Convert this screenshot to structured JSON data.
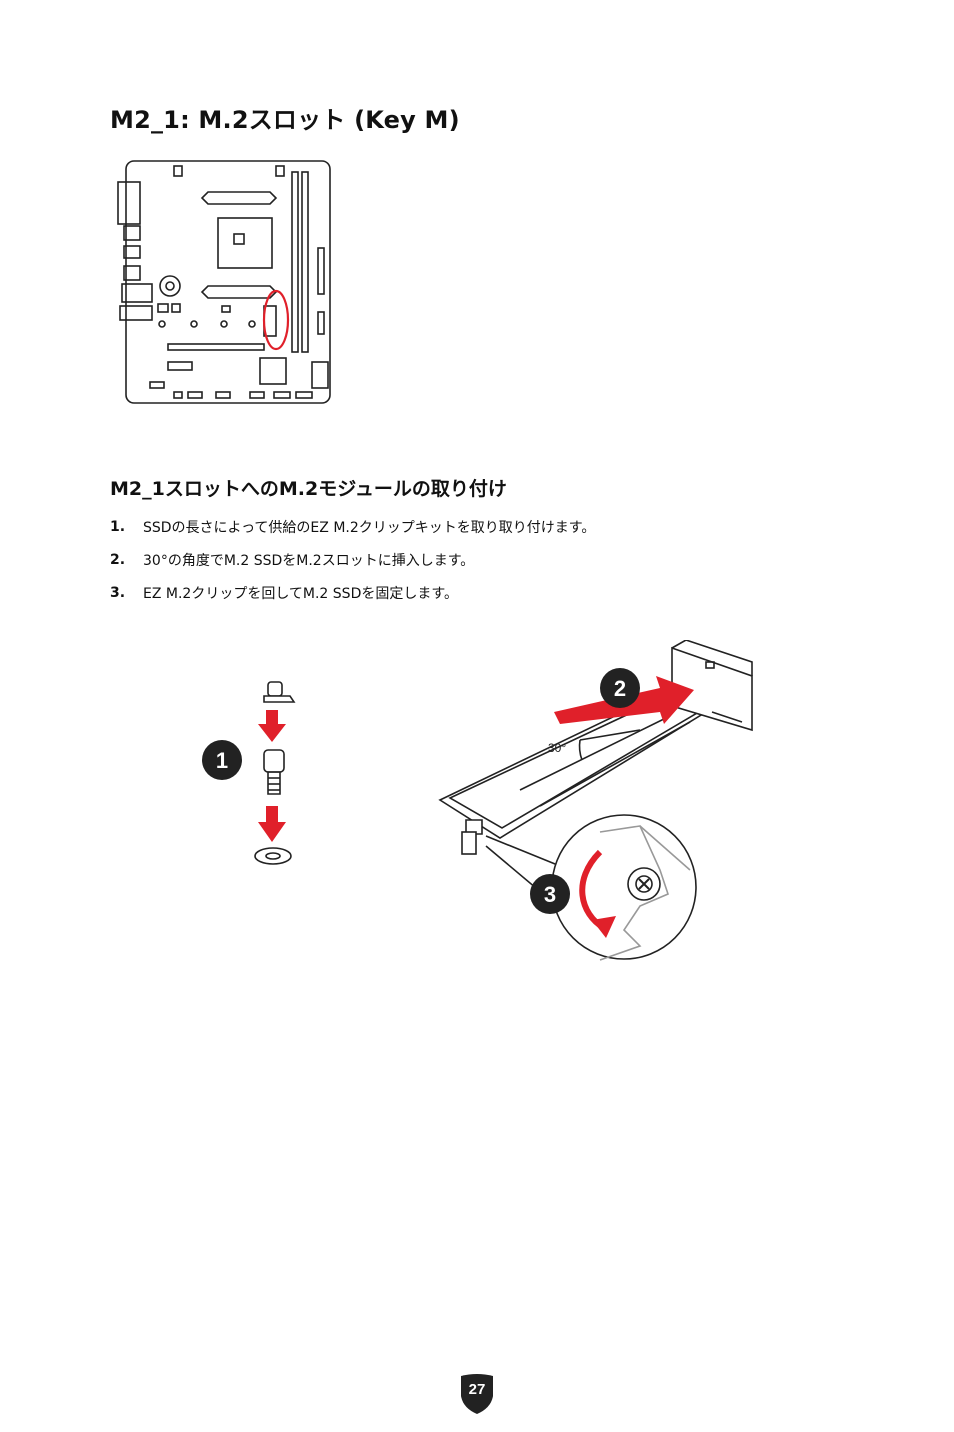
{
  "page": {
    "title": "M2_1: M.2スロット (Key M)",
    "subtitle": "M2_1スロットへのM.2モジュールの取り付け",
    "steps": [
      {
        "num": "1.",
        "text": "SSDの長さによって供給のEZ M.2クリップキットを取り取り付けます。"
      },
      {
        "num": "2.",
        "text": "30°の角度でM.2 SSDをM.2スロットに挿入します。"
      },
      {
        "num": "3.",
        "text": "EZ M.2クリップを回してM.2 SSDを固定します。"
      }
    ],
    "illustration": {
      "step1_badge": "1",
      "step2_badge": "2",
      "step3_badge": "3",
      "angle_label": "30°"
    },
    "page_number": "27"
  },
  "colors": {
    "accent_red": "#e0202a",
    "badge_dark": "#222222",
    "line": "#222222"
  }
}
